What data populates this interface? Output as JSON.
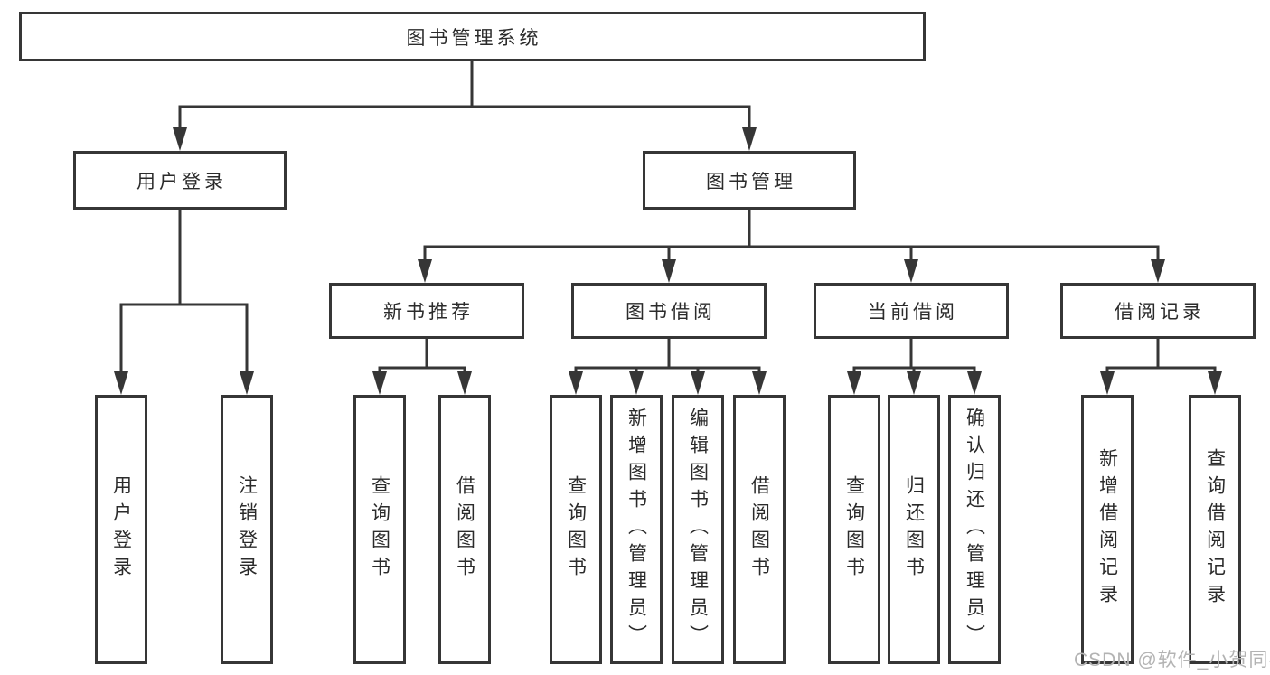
{
  "diagram": {
    "root": {
      "label": "图书管理系统"
    },
    "level2": [
      {
        "id": "user-login",
        "label": "用户登录"
      },
      {
        "id": "book-management",
        "label": "图书管理"
      }
    ],
    "level3": [
      {
        "id": "new-book-recommend",
        "label": "新书推荐"
      },
      {
        "id": "book-borrow",
        "label": "图书借阅"
      },
      {
        "id": "current-borrow",
        "label": "当前借阅"
      },
      {
        "id": "borrow-record",
        "label": "借阅记录"
      }
    ],
    "leaves": {
      "user_login": [
        {
          "label": "用户登录"
        },
        {
          "label": "注销登录"
        }
      ],
      "new_book_recommend": [
        {
          "label": "查询图书"
        },
        {
          "label": "借阅图书"
        }
      ],
      "book_borrow": [
        {
          "label": "查询图书"
        },
        {
          "label": "新增图书（管理员）"
        },
        {
          "label": "编辑图书（管理员）"
        },
        {
          "label": "借阅图书"
        }
      ],
      "current_borrow": [
        {
          "label": "查询图书"
        },
        {
          "label": "归还图书"
        },
        {
          "label": "确认归还（管理员）"
        }
      ],
      "borrow_record": [
        {
          "label": "新增借阅记录"
        },
        {
          "label": "查询借阅记录"
        }
      ]
    },
    "watermark": "CSDN @软件_小贺同学",
    "colors": {
      "line": "#363636",
      "border": "#363636",
      "text": "#2b2b2b",
      "watermark": "#b3b3b3",
      "background": "#ffffff"
    }
  }
}
